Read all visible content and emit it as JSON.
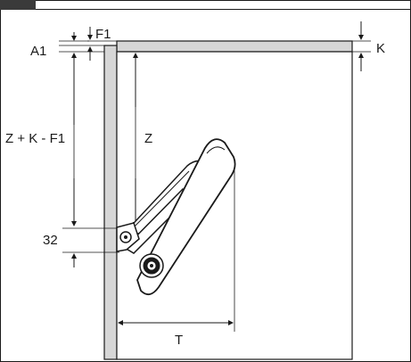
{
  "diagram": {
    "labels": {
      "f1": "F1",
      "a1": "A1",
      "k": "K",
      "z": "Z",
      "z_k_f1": "Z + K - F1",
      "dim_32": "32",
      "t": "T"
    },
    "colors": {
      "line": "#1a1a1a",
      "panel_fill": "#d6d6d6",
      "tab_fill": "#3a3a3a",
      "background": "#ffffff"
    }
  }
}
